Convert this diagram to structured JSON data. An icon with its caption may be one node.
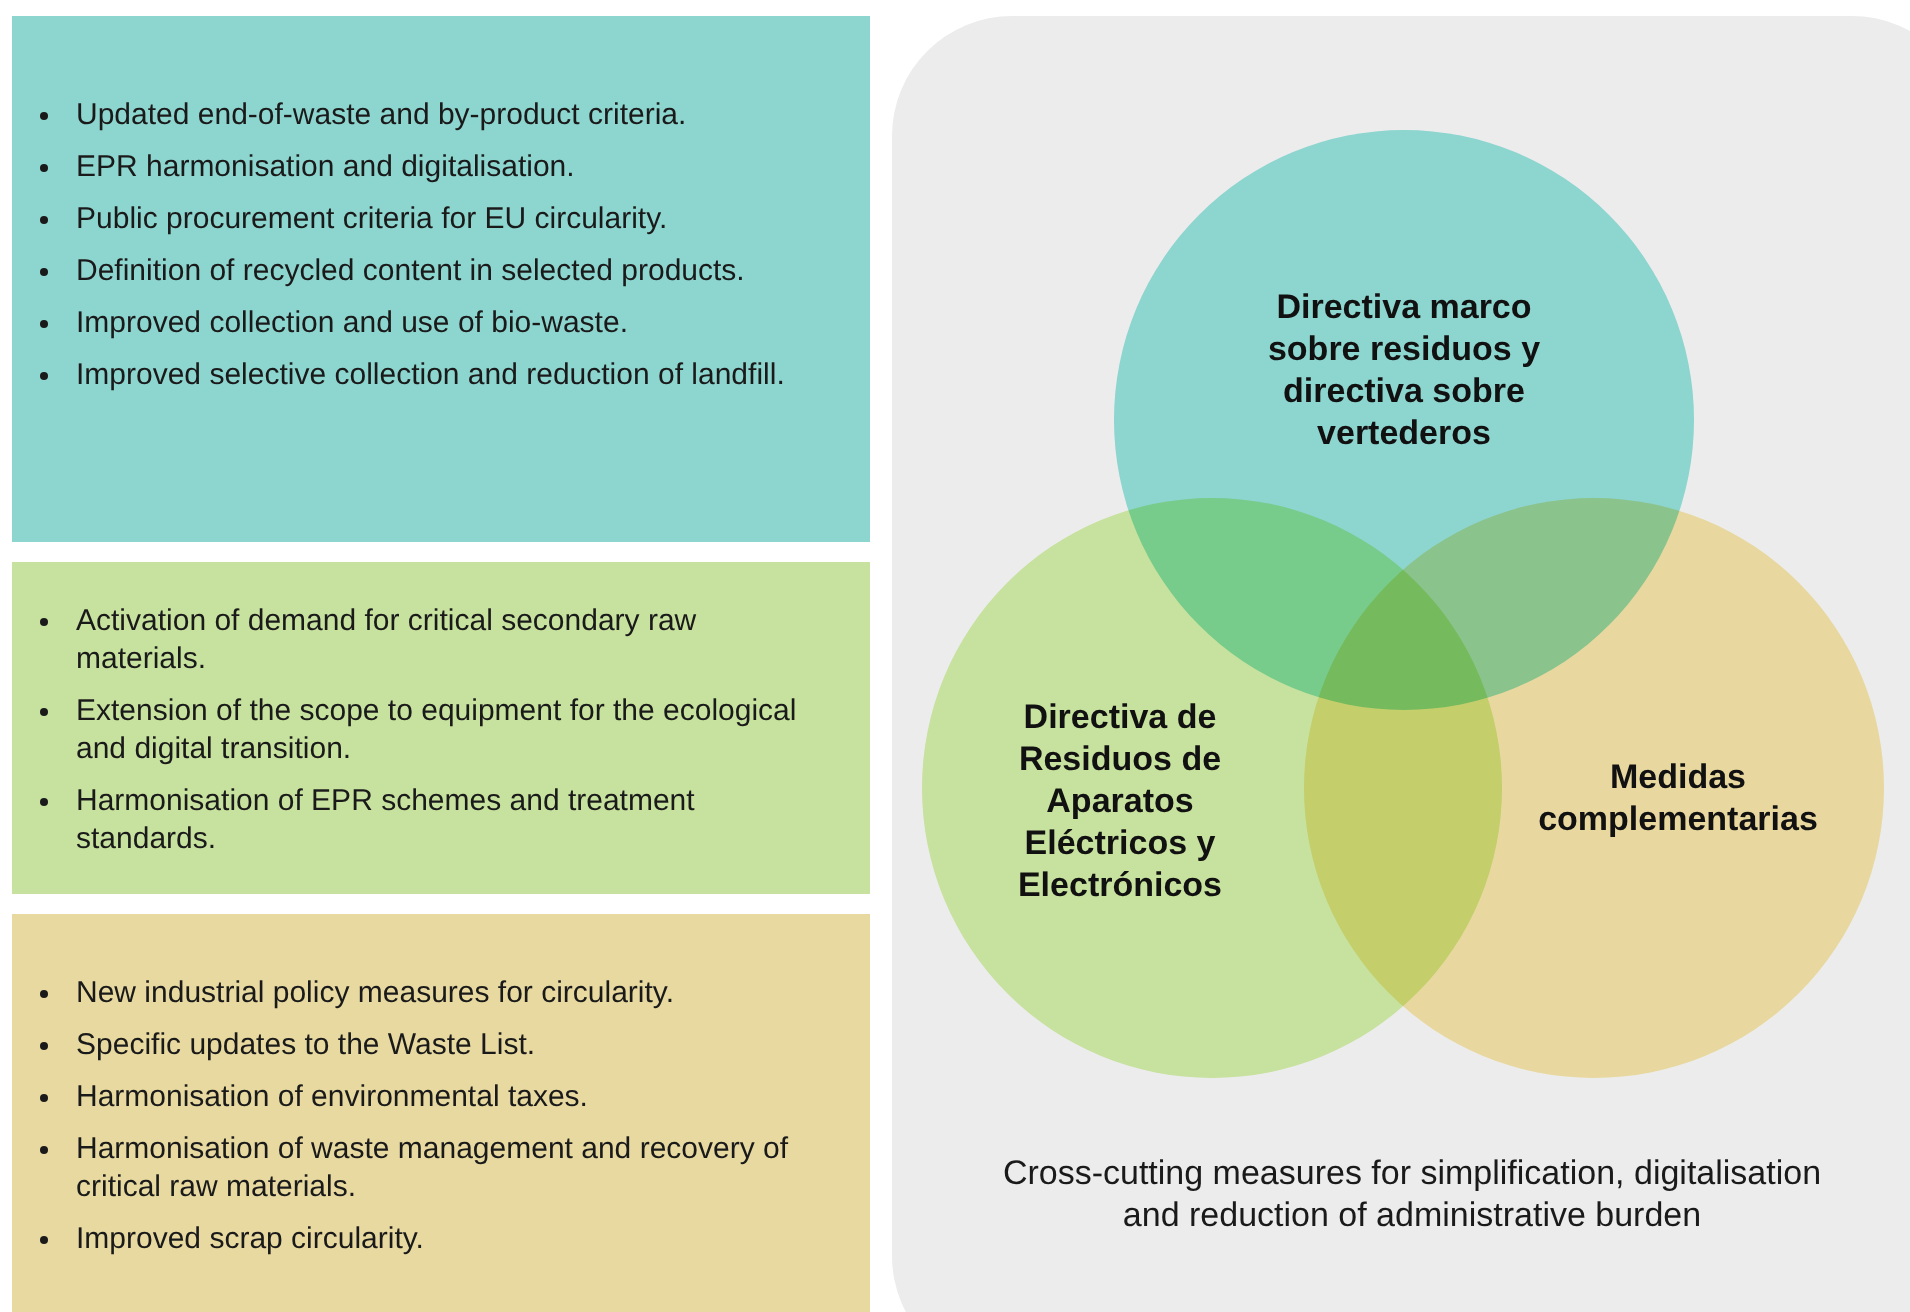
{
  "diagram": {
    "nodes": [
      {
        "text": [
          "Updated end-of-waste and by-product criteria.",
          "EPR harmonisation and digitalisation.",
          "Public procurement criteria for EU circularity.",
          "Definition of recycled content in selected products.",
          "Improved collection and use of bio-waste.",
          "Improved selective collection and reduction of landfill."
        ]
      },
      {
        "text": [
          "Activation of demand for critical secondary raw materials.",
          "Extension of the scope to equipment for the ecological and digital transition.",
          "Harmonisation of EPR schemes and treatment standards."
        ]
      },
      {
        "text": [
          "New industrial policy measures for circularity.",
          "Specific updates to the Waste List.",
          "Harmonisation of environmental taxes.",
          "Harmonisation of waste management and recovery of critical raw materials.",
          "Improved scrap circularity."
        ]
      },
      {
        "text": [
          "Cross-cutting measures for simplification, digitalisation and reduction of administrative burden"
        ]
      },
      {
        "text": [
          "Directiva marco sobre residuos y directiva sobre vertederos"
        ],
        "in": 3
      },
      {
        "text": [
          "Directiva de Residuos de Aparatos Eléctricos y Electrónicos"
        ],
        "in": 3
      },
      {
        "text": [
          "Medidas complementarias"
        ],
        "in": 3
      }
    ]
  }
}
